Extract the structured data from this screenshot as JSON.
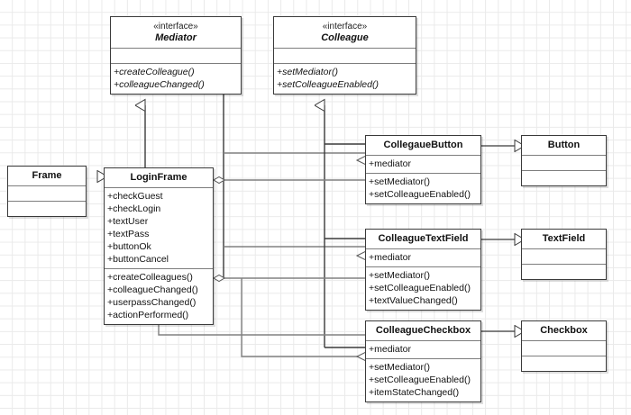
{
  "diagram": {
    "title": "Mediator pattern UML class diagram",
    "type": "uml-class-diagram",
    "background": "#ffffff",
    "grid_color": "#eaeaea",
    "line_color": "#808080",
    "line_color_dark": "#3a3a3a"
  },
  "classes": {
    "mediator": {
      "stereotype": "«interface»",
      "name": "Mediator",
      "attributes": [],
      "operations": [
        "+createColleague()",
        "+colleagueChanged()"
      ]
    },
    "colleague": {
      "stereotype": "«interface»",
      "name": "Colleague",
      "attributes": [],
      "operations": [
        "+setMediator()",
        "+setColleagueEnabled()"
      ]
    },
    "frame": {
      "name": "Frame",
      "attributes": [],
      "operations": []
    },
    "loginframe": {
      "name": "LoginFrame",
      "attributes": [
        "+checkGuest",
        "+checkLogin",
        "+textUser",
        "+textPass",
        "+buttonOk",
        "+buttonCancel"
      ],
      "operations": [
        "+createColleagues()",
        "+colleagueChanged()",
        "+userpassChanged()",
        "+actionPerformed()"
      ]
    },
    "collegauebutton": {
      "name": "CollegaueButton",
      "attributes": [
        "+mediator"
      ],
      "operations": [
        "+setMediator()",
        "+setColleagueEnabled()"
      ]
    },
    "button": {
      "name": "Button",
      "attributes": [],
      "operations": []
    },
    "colleaguetextfield": {
      "name": "ColleagueTextField",
      "attributes": [
        "+mediator"
      ],
      "operations": [
        "+setMediator()",
        "+setColleagueEnabled()",
        "+textValueChanged()"
      ]
    },
    "textfield": {
      "name": "TextField",
      "attributes": [],
      "operations": []
    },
    "colleaguecheckbox": {
      "name": "ColleagueCheckbox",
      "attributes": [
        "+mediator"
      ],
      "operations": [
        "+setMediator()",
        "+setColleagueEnabled()",
        "+itemStateChanged()"
      ]
    },
    "checkbox": {
      "name": "Checkbox",
      "attributes": [],
      "operations": []
    }
  },
  "relationships": [
    {
      "kind": "realization",
      "from": "loginframe",
      "to": "mediator",
      "arrow": "hollow-triangle"
    },
    {
      "kind": "generalization",
      "from": "loginframe",
      "to": "frame",
      "arrow": "hollow-triangle"
    },
    {
      "kind": "realization",
      "from": "collegauebutton",
      "to": "colleague",
      "arrow": "hollow-triangle"
    },
    {
      "kind": "realization",
      "from": "colleaguetextfield",
      "to": "colleague",
      "arrow": "hollow-triangle"
    },
    {
      "kind": "realization",
      "from": "colleaguecheckbox",
      "to": "colleague",
      "arrow": "hollow-triangle"
    },
    {
      "kind": "generalization",
      "from": "collegauebutton",
      "to": "button",
      "arrow": "hollow-triangle"
    },
    {
      "kind": "generalization",
      "from": "colleaguetextfield",
      "to": "textfield",
      "arrow": "hollow-triangle"
    },
    {
      "kind": "generalization",
      "from": "colleaguecheckbox",
      "to": "checkbox",
      "arrow": "hollow-triangle"
    },
    {
      "kind": "aggregation",
      "from": "loginframe",
      "to": "collegauebutton",
      "arrow": "hollow-diamond"
    },
    {
      "kind": "aggregation",
      "from": "loginframe",
      "to": "colleaguetextfield",
      "arrow": "hollow-diamond"
    },
    {
      "kind": "aggregation",
      "from": "loginframe",
      "to": "colleaguecheckbox",
      "arrow": "hollow-diamond"
    }
  ]
}
